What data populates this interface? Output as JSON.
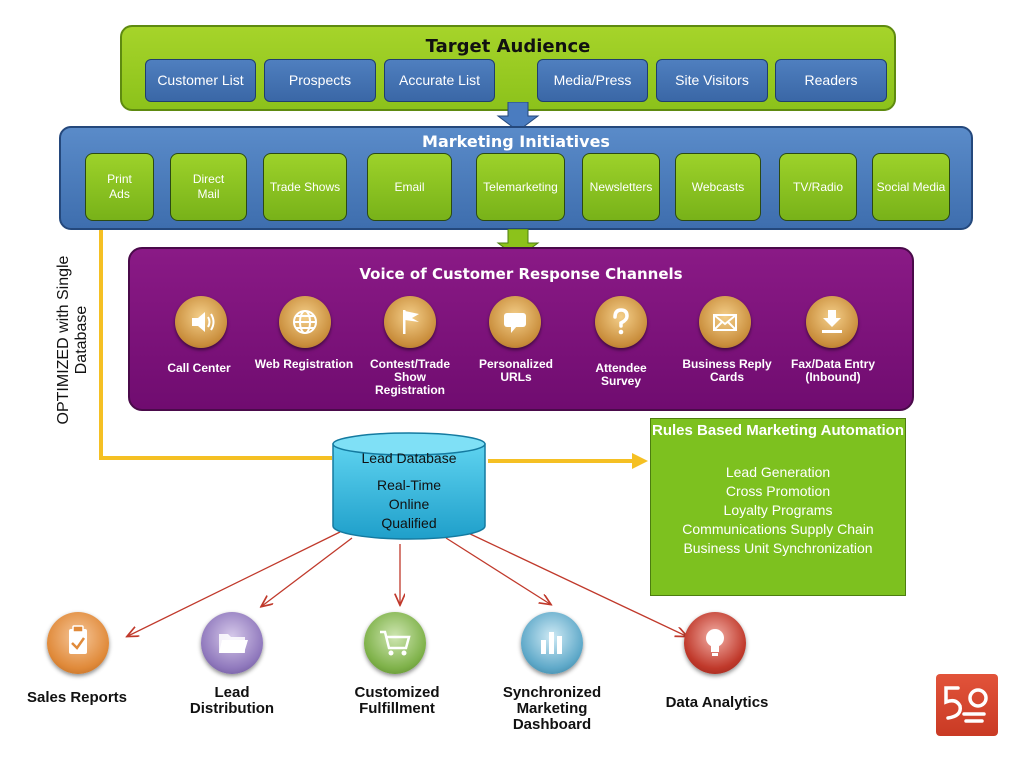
{
  "target_audience": {
    "title": "Target Audience",
    "items": [
      "Customer List",
      "Prospects",
      "Accurate List",
      "Media/Press",
      "Site Visitors",
      "Readers"
    ]
  },
  "marketing_initiatives": {
    "title": "Marketing Initiatives",
    "items": [
      "Print Ads",
      "Direct Mail",
      "Trade Shows",
      "Email",
      "Telemarketing",
      "Newsletters",
      "Webcasts",
      "TV/Radio",
      "Social Media"
    ]
  },
  "side_label": "OPTIMIZED with Single Database",
  "voc": {
    "title": "Voice of Customer Response Channels",
    "channels": [
      {
        "label": "Call Center",
        "icon": "speaker-icon"
      },
      {
        "label": "Web Registration",
        "icon": "globe-icon"
      },
      {
        "label": "Contest/Trade Show Registration",
        "icon": "flag-icon"
      },
      {
        "label": "Personalized URLs",
        "icon": "speech-bubble-icon"
      },
      {
        "label": "Attendee Survey",
        "icon": "question-icon"
      },
      {
        "label": "Business Reply Cards",
        "icon": "envelope-icon"
      },
      {
        "label": "Fax/Data Entry (Inbound)",
        "icon": "download-icon"
      }
    ]
  },
  "lead_db": {
    "title": "Lead Database",
    "lines": [
      "Real-Time",
      "Online",
      "Qualified"
    ]
  },
  "rules": {
    "title": "Rules Based Marketing Automation",
    "items": [
      "Lead Generation",
      "Cross Promotion",
      "Loyalty Programs",
      "Communications Supply Chain",
      "Business Unit Synchronization"
    ]
  },
  "outputs": [
    {
      "label": "Sales Reports",
      "icon": "clipboard-icon",
      "color": "#e8944a"
    },
    {
      "label": "Lead Distribution",
      "icon": "folder-icon",
      "color": "#8f78b8"
    },
    {
      "label": "Customized Fulfillment",
      "icon": "cart-icon",
      "color": "#7fb24a"
    },
    {
      "label": "Synchronized Marketing Dashboard",
      "icon": "bar-chart-icon",
      "color": "#5fa9c9"
    },
    {
      "label": "Data Analytics",
      "icon": "lightbulb-icon",
      "color": "#c0392b"
    }
  ],
  "colors": {
    "green": "#8cc21b",
    "blue": "#3e6eae",
    "purple": "#7a127a",
    "arrow_yellow": "#f5c023",
    "arrow_red": "#c0392b"
  }
}
